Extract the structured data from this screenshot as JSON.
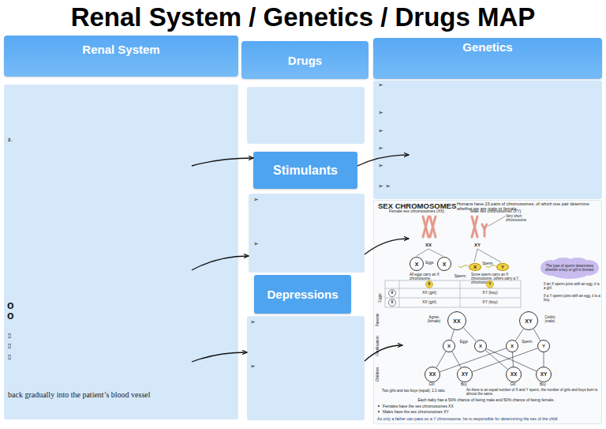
{
  "diagram": {
    "title": "Renal System / Genetics / Drugs MAP",
    "nodes": [
      {
        "text": [
          "Renal System"
        ]
      },
      {
        "text": [
          "Drugs"
        ]
      },
      {
        "text": [
          "Genetics"
        ]
      },
      {
        "text": [
          "2.",
          "o",
          "o",
          "▯",
          "▯",
          "▯",
          "back gradually into the patient’s blood vessel"
        ]
      },
      {
        "text": [
          "Stimulants"
        ]
      },
      {
        "text": [
          "➢",
          "➢",
          "➢",
          "➢",
          "➢",
          "➢ ➢"
        ]
      },
      {
        "text": [
          "➢",
          "➢"
        ]
      },
      {
        "text": [
          "Depressions"
        ]
      },
      {
        "text": [
          "➢",
          "➢"
        ]
      },
      {
        "text": [
          "SEX CHROMOSOMES",
          "Humans have 23 pairs of chromosomes, of which one pair determine whether we are male or female.",
          "Female sex chromosomes (XX)",
          "Male sex chromosomes (XY)",
          "Very short chromosome",
          "All eggs carry an X chromosome.",
          "Some sperm carry an X chromosome, others carry a Y chromosome.",
          "If an X sperm joins with an egg, it is a girl.",
          "If a Y sperm joins with an egg, it is a boy.",
          "Two girls and two boys (equal), 1:1 ratio.",
          "As there is an equal number of X and Y sperm, the number of girls and boys born is almost the same.",
          "Each baby has a 50% chance of being male and 50% chance of being female.",
          "Females have the sex chromosomes XX",
          "Males have the sex chromosomes XY",
          "As only a father can pass on a Y chromosome, he is responsible for determining the sex of the child"
        ]
      },
      {
        "text": [
          "The type of sperm determines whether a boy or girl is formed."
        ],
        "in": 9
      },
      {
        "text": [
          "X"
        ],
        "in": 9
      },
      {
        "text": [
          "X"
        ],
        "in": 9
      },
      {
        "text": [
          "X"
        ],
        "in": 9
      },
      {
        "text": [
          "Y"
        ],
        "in": 9
      },
      {
        "text": [
          "XX"
        ],
        "in": 9
      },
      {
        "text": [
          "XY"
        ],
        "in": 9
      },
      {
        "text": [
          "X"
        ],
        "in": 9
      },
      {
        "text": [
          "X"
        ],
        "in": 9
      },
      {
        "text": [
          "X"
        ],
        "in": 9
      },
      {
        "text": [
          "Y"
        ],
        "in": 9
      },
      {
        "text": [
          "XX"
        ],
        "in": 9
      },
      {
        "text": [
          "XY"
        ],
        "in": 9
      },
      {
        "text": [
          "XX"
        ],
        "in": 9
      },
      {
        "text": [
          "XY"
        ],
        "in": 9
      }
    ],
    "edges": [
      {
        "from": 3,
        "to": 4,
        "arrow": "to"
      },
      {
        "from": 3,
        "to": 6,
        "arrow": "to"
      },
      {
        "from": 3,
        "to": 8,
        "arrow": "to"
      },
      {
        "from": 4,
        "to": 5,
        "arrow": "to"
      },
      {
        "from": 6,
        "to": 9,
        "arrow": "to"
      },
      {
        "from": 8,
        "to": 9,
        "arrow": "to"
      },
      {
        "from": 15,
        "to": 17,
        "arrow": "none"
      },
      {
        "from": 15,
        "to": 18,
        "arrow": "none"
      },
      {
        "from": 16,
        "to": 19,
        "arrow": "none"
      },
      {
        "from": 16,
        "to": 20,
        "arrow": "none"
      },
      {
        "from": 17,
        "to": 21,
        "arrow": "none"
      },
      {
        "from": 17,
        "to": 22,
        "arrow": "none"
      },
      {
        "from": 18,
        "to": 23,
        "arrow": "none"
      },
      {
        "from": 18,
        "to": 24,
        "arrow": "none"
      },
      {
        "from": 19,
        "to": 21,
        "arrow": "none"
      },
      {
        "from": 19,
        "to": 23,
        "arrow": "none"
      },
      {
        "from": 20,
        "to": 22,
        "arrow": "none"
      },
      {
        "from": 20,
        "to": 24,
        "arrow": "none"
      }
    ],
    "labels": [
      "XX",
      "XY",
      "Eggs",
      "Sperm",
      "Sperm",
      "X",
      "Y",
      "Eggs",
      "X",
      "XX (girl)",
      "XY (boy)",
      "X",
      "XX (girl)",
      "XY (boy)",
      "Parents",
      "Agnes (female)",
      "Cedric (male)",
      "Fertilisation",
      "Eggs",
      "Sperm",
      "Children",
      "Girl",
      "Boy",
      "Girl",
      "Boy"
    ]
  }
}
